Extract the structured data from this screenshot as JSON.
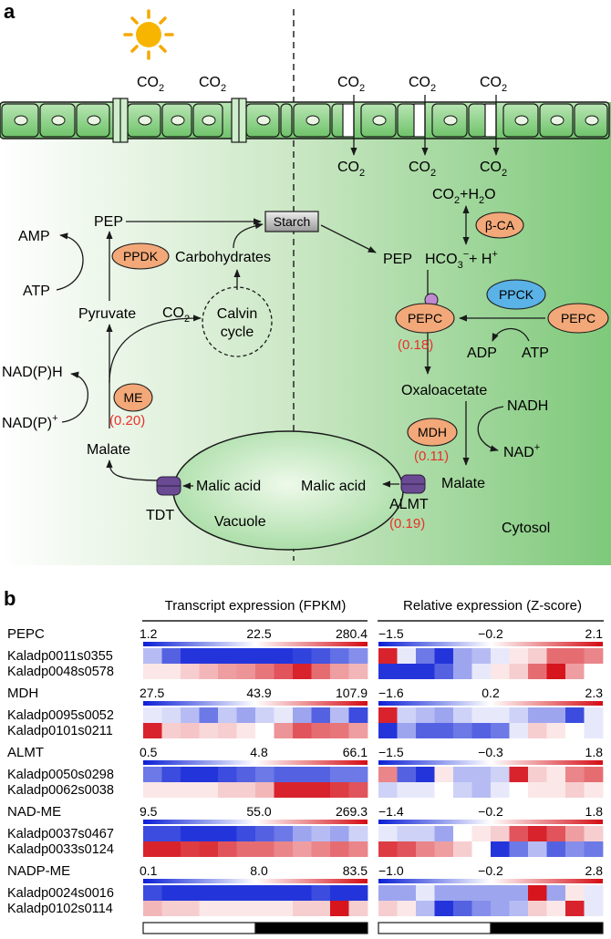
{
  "panel_a": {
    "label": "a",
    "co2": "CO",
    "co2_sub": "2",
    "starch": "Starch",
    "pep_left": "PEP",
    "amp": "AMP",
    "atp_left": "ATP",
    "ppdk": "PPDK",
    "carbohydrates": "Carbohydrates",
    "pyruvate": "Pyruvate",
    "calvin_line1": "Calvin",
    "calvin_line2": "cycle",
    "nadph": "NAD(P)H",
    "nadp": "NAD(P)",
    "nadp_sup": "+",
    "me": "ME",
    "me_value": "(0.20)",
    "malate_left": "Malate",
    "tdt": "TDT",
    "malic_acid_vacuole": "Malic acid",
    "vacuole": "Vacuole",
    "co2_h2o_a": "CO",
    "co2_h2o_b": "+H",
    "co2_h2o_c": "O",
    "bca": "β-CA",
    "pep_right": "PEP",
    "hco3_a": "HCO",
    "hco3_sub": "3",
    "hco3_sup": "−",
    "hco3_b": "+ H",
    "hco3_sup2": "+",
    "ppck": "PPCK",
    "pepc": "PEPC",
    "pepc_value": "(0.18)",
    "pepc_kinase": "PEPC",
    "adp": "ADP",
    "atp_right": "ATP",
    "oxaloacetate": "Oxaloacetate",
    "nadh": "NADH",
    "nad": "NAD",
    "nad_sup": "+",
    "mdh": "MDH",
    "mdh_value": "(0.11)",
    "malic_acid_cytosol": "Malic acid",
    "malate_right": "Malate",
    "almt": "ALMT",
    "almt_value": "(0.19)",
    "cytosol": "Cytosol",
    "colors": {
      "value_red": "#e8302a",
      "enzyme_orange": "#f2a878",
      "ppck_blue": "#5ab2e6",
      "transporter_purple": "#6a4a92",
      "cell_green": "#8cd18c"
    }
  },
  "panel_b": {
    "label": "b",
    "title_left": "Transcript expression (FPKM)",
    "title_right": "Relative expression (Z-score)",
    "groups": [
      {
        "name": "PEPC",
        "fpkm_scale": [
          "1.2",
          "22.5",
          "280.4"
        ],
        "z_scale": [
          "−1.5",
          "−0.2",
          "2.1"
        ],
        "genes": [
          {
            "id": "Kaladp0011s0355",
            "fpkm": [
              0.35,
              0.15,
              0.05,
              0.05,
              0.05,
              0.05,
              0.05,
              0.05,
              0.08,
              0.12,
              0.18,
              0.25
            ],
            "z": [
              0.95,
              0.45,
              0.2,
              0.05,
              0.3,
              0.35,
              0.45,
              0.55,
              0.6,
              0.8,
              0.8,
              0.75
            ]
          },
          {
            "id": "Kaladp0048s0578",
            "fpkm": [
              0.55,
              0.55,
              0.6,
              0.65,
              0.7,
              0.72,
              0.78,
              0.85,
              0.95,
              0.8,
              0.7,
              0.65
            ],
            "z": [
              0.05,
              0.05,
              0.05,
              0.15,
              0.3,
              0.45,
              0.55,
              0.6,
              0.8,
              0.98,
              0.7,
              0.5
            ]
          }
        ]
      },
      {
        "name": "MDH",
        "fpkm_scale": [
          "27.5",
          "43.9",
          "107.9"
        ],
        "z_scale": [
          "−1.6",
          "0.2",
          "2.3"
        ],
        "genes": [
          {
            "id": "Kaladp0095s0052",
            "fpkm": [
              0.45,
              0.42,
              0.35,
              0.2,
              0.38,
              0.3,
              0.4,
              0.45,
              0.3,
              0.15,
              0.35,
              0.1
            ],
            "z": [
              0.95,
              0.4,
              0.35,
              0.3,
              0.4,
              0.45,
              0.45,
              0.4,
              0.3,
              0.3,
              0.1,
              0.45
            ]
          },
          {
            "id": "Kaladp0101s0211",
            "fpkm": [
              0.95,
              0.6,
              0.62,
              0.58,
              0.6,
              0.55,
              0.5,
              0.72,
              0.85,
              0.8,
              0.78,
              0.7
            ],
            "z": [
              0.05,
              0.3,
              0.15,
              0.15,
              0.2,
              0.15,
              0.2,
              0.45,
              0.6,
              0.55,
              0.5,
              0.45
            ]
          }
        ]
      },
      {
        "name": "ALMT",
        "fpkm_scale": [
          "0.5",
          "4.8",
          "66.1"
        ],
        "z_scale": [
          "−1.5",
          "−0.3",
          "1.8"
        ],
        "genes": [
          {
            "id": "Kaladp0050s0298",
            "fpkm": [
              0.2,
              0.1,
              0.05,
              0.05,
              0.1,
              0.15,
              0.2,
              0.15,
              0.15,
              0.15,
              0.2,
              0.2
            ],
            "z": [
              0.75,
              0.15,
              0.05,
              0.55,
              0.35,
              0.35,
              0.4,
              0.95,
              0.6,
              0.55,
              0.75,
              0.8
            ]
          },
          {
            "id": "Kaladp0062s0038",
            "fpkm": [
              0.55,
              0.55,
              0.55,
              0.55,
              0.6,
              0.6,
              0.65,
              0.95,
              0.95,
              0.95,
              0.9,
              0.85
            ],
            "z": [
              0.4,
              0.45,
              0.45,
              0.5,
              0.4,
              0.35,
              0.45,
              0.5,
              0.55,
              0.55,
              0.6,
              0.55
            ]
          }
        ]
      },
      {
        "name": "NAD-ME",
        "fpkm_scale": [
          "9.5",
          "55.0",
          "269.3"
        ],
        "z_scale": [
          "−1.4",
          "−0.2",
          "1.8"
        ],
        "genes": [
          {
            "id": "Kaladp0037s0467",
            "fpkm": [
              0.1,
              0.1,
              0.05,
              0.05,
              0.05,
              0.1,
              0.15,
              0.2,
              0.3,
              0.35,
              0.3,
              0.4
            ],
            "z": [
              0.45,
              0.4,
              0.4,
              0.3,
              0.5,
              0.55,
              0.6,
              0.85,
              0.95,
              0.85,
              0.7,
              0.6
            ]
          },
          {
            "id": "Kaladp0033s0124",
            "fpkm": [
              0.95,
              0.95,
              0.9,
              0.92,
              0.85,
              0.8,
              0.8,
              0.75,
              0.7,
              0.75,
              0.8,
              0.75
            ],
            "z": [
              0.9,
              0.85,
              0.75,
              0.7,
              0.6,
              0.5,
              0.05,
              0.2,
              0.35,
              0.15,
              0.25,
              0.2
            ]
          }
        ]
      },
      {
        "name": "NADP-ME",
        "fpkm_scale": [
          "0.1",
          "8.0",
          "83.5"
        ],
        "z_scale": [
          "−1.0",
          "−0.2",
          "2.8"
        ],
        "genes": [
          {
            "id": "Kaladp0024s0016",
            "fpkm": [
              0.1,
              0.05,
              0.05,
              0.05,
              0.05,
              0.05,
              0.05,
              0.05,
              0.05,
              0.1,
              0.05,
              0.05
            ],
            "z": [
              0.3,
              0.3,
              0.45,
              0.3,
              0.3,
              0.3,
              0.3,
              0.3,
              0.98,
              0.3,
              0.55,
              0.45
            ]
          },
          {
            "id": "Kaladp0102s0114",
            "fpkm": [
              0.65,
              0.6,
              0.6,
              0.55,
              0.55,
              0.55,
              0.55,
              0.55,
              0.6,
              0.6,
              0.98,
              0.6
            ],
            "z": [
              0.6,
              0.55,
              0.35,
              0.05,
              0.15,
              0.25,
              0.3,
              0.35,
              0.6,
              0.55,
              0.95,
              0.45
            ]
          }
        ]
      }
    ]
  }
}
